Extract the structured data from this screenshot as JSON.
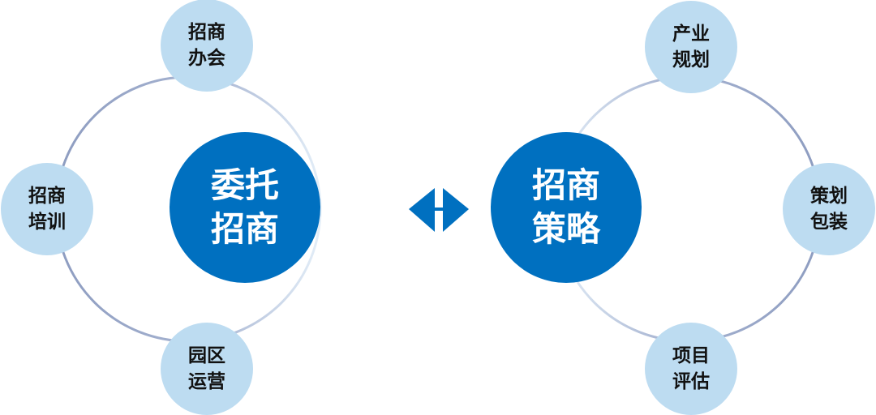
{
  "colors": {
    "primary": "#0070c0",
    "secondary": "#bddcf1",
    "ring": "#8d9cc0"
  },
  "left": {
    "center": {
      "line1": "委托",
      "line2": "招商"
    },
    "nodes": [
      {
        "line1": "招商",
        "line2": "办会"
      },
      {
        "line1": "招商",
        "line2": "培训"
      },
      {
        "line1": "园区",
        "line2": "运营"
      }
    ]
  },
  "right": {
    "center": {
      "line1": "招商",
      "line2": "策略"
    },
    "nodes": [
      {
        "line1": "产业",
        "line2": "规划"
      },
      {
        "line1": "策划",
        "line2": "包装"
      },
      {
        "line1": "项目",
        "line2": "评估"
      }
    ]
  },
  "connector_icon": "double-arrow-icon"
}
